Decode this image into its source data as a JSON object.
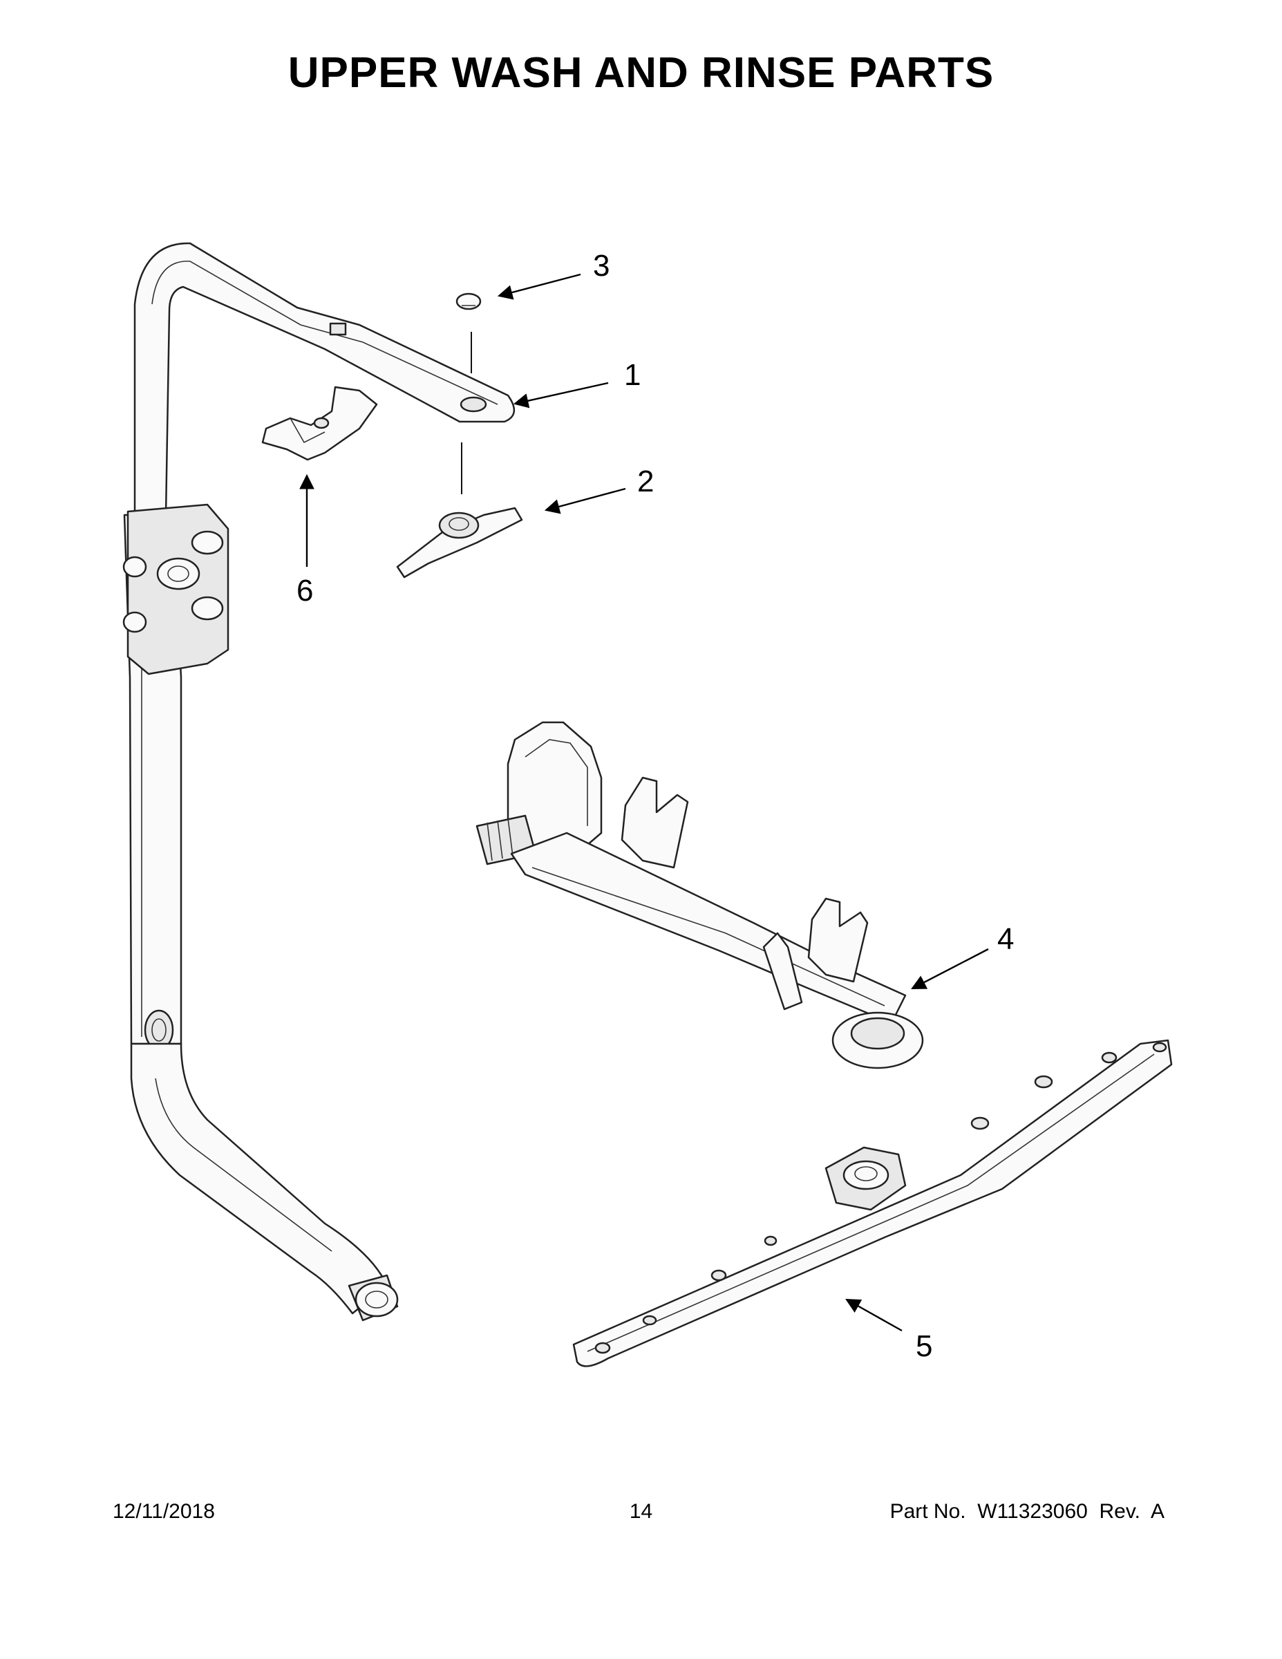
{
  "title": "UPPER WASH AND RINSE PARTS",
  "callouts": {
    "c1": "1",
    "c2": "2",
    "c3": "3",
    "c4": "4",
    "c5": "5",
    "c6": "6"
  },
  "footer": {
    "date": "12/11/2018",
    "page": "14",
    "part_no": "Part No.  W11323060  Rev.  A"
  }
}
